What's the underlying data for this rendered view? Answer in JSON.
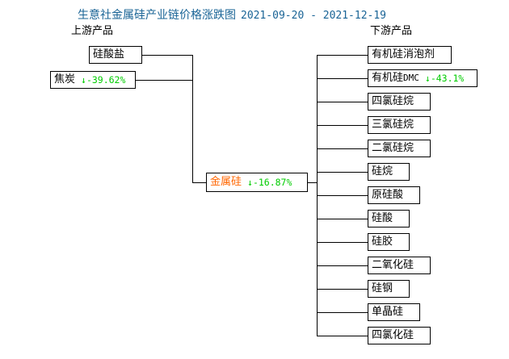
{
  "title": {
    "text": "生意社金属硅产业链价格涨跌图",
    "dates": "2021-09-20 - 2021-12-19",
    "color": "#1a6496"
  },
  "headers": {
    "upstream": "上游产品",
    "downstream": "下游产品"
  },
  "colors": {
    "title": "#1a6496",
    "center_node_text": "#ff6600",
    "decline": "#00cc00",
    "border": "#000000",
    "text": "#000000"
  },
  "center": {
    "label": "金属硅",
    "change": "↓-16.87%",
    "change_direction": "down",
    "change_value": -16.87
  },
  "upstream": [
    {
      "label": "硅酸盐",
      "change": "",
      "change_value": null
    },
    {
      "label": "焦炭",
      "change": "↓-39.62%",
      "change_value": -39.62
    }
  ],
  "downstream": [
    {
      "label": "有机硅消泡剂",
      "latin": "",
      "change": "",
      "change_value": null
    },
    {
      "label": "有机硅",
      "latin": "DMC",
      "change": "↓-43.1%",
      "change_value": -43.1
    },
    {
      "label": "四氯硅烷",
      "latin": "",
      "change": "",
      "change_value": null
    },
    {
      "label": "三氯硅烷",
      "latin": "",
      "change": "",
      "change_value": null
    },
    {
      "label": "二氯硅烷",
      "latin": "",
      "change": "",
      "change_value": null
    },
    {
      "label": "硅烷",
      "latin": "",
      "change": "",
      "change_value": null
    },
    {
      "label": "原硅酸",
      "latin": "",
      "change": "",
      "change_value": null
    },
    {
      "label": "硅酸",
      "latin": "",
      "change": "",
      "change_value": null
    },
    {
      "label": "硅胶",
      "latin": "",
      "change": "",
      "change_value": null
    },
    {
      "label": "二氧化硅",
      "latin": "",
      "change": "",
      "change_value": null
    },
    {
      "label": "硅钢",
      "latin": "",
      "change": "",
      "change_value": null
    },
    {
      "label": "单晶硅",
      "latin": "",
      "change": "",
      "change_value": null
    },
    {
      "label": "四氯化硅",
      "latin": "",
      "change": "",
      "change_value": null
    }
  ]
}
